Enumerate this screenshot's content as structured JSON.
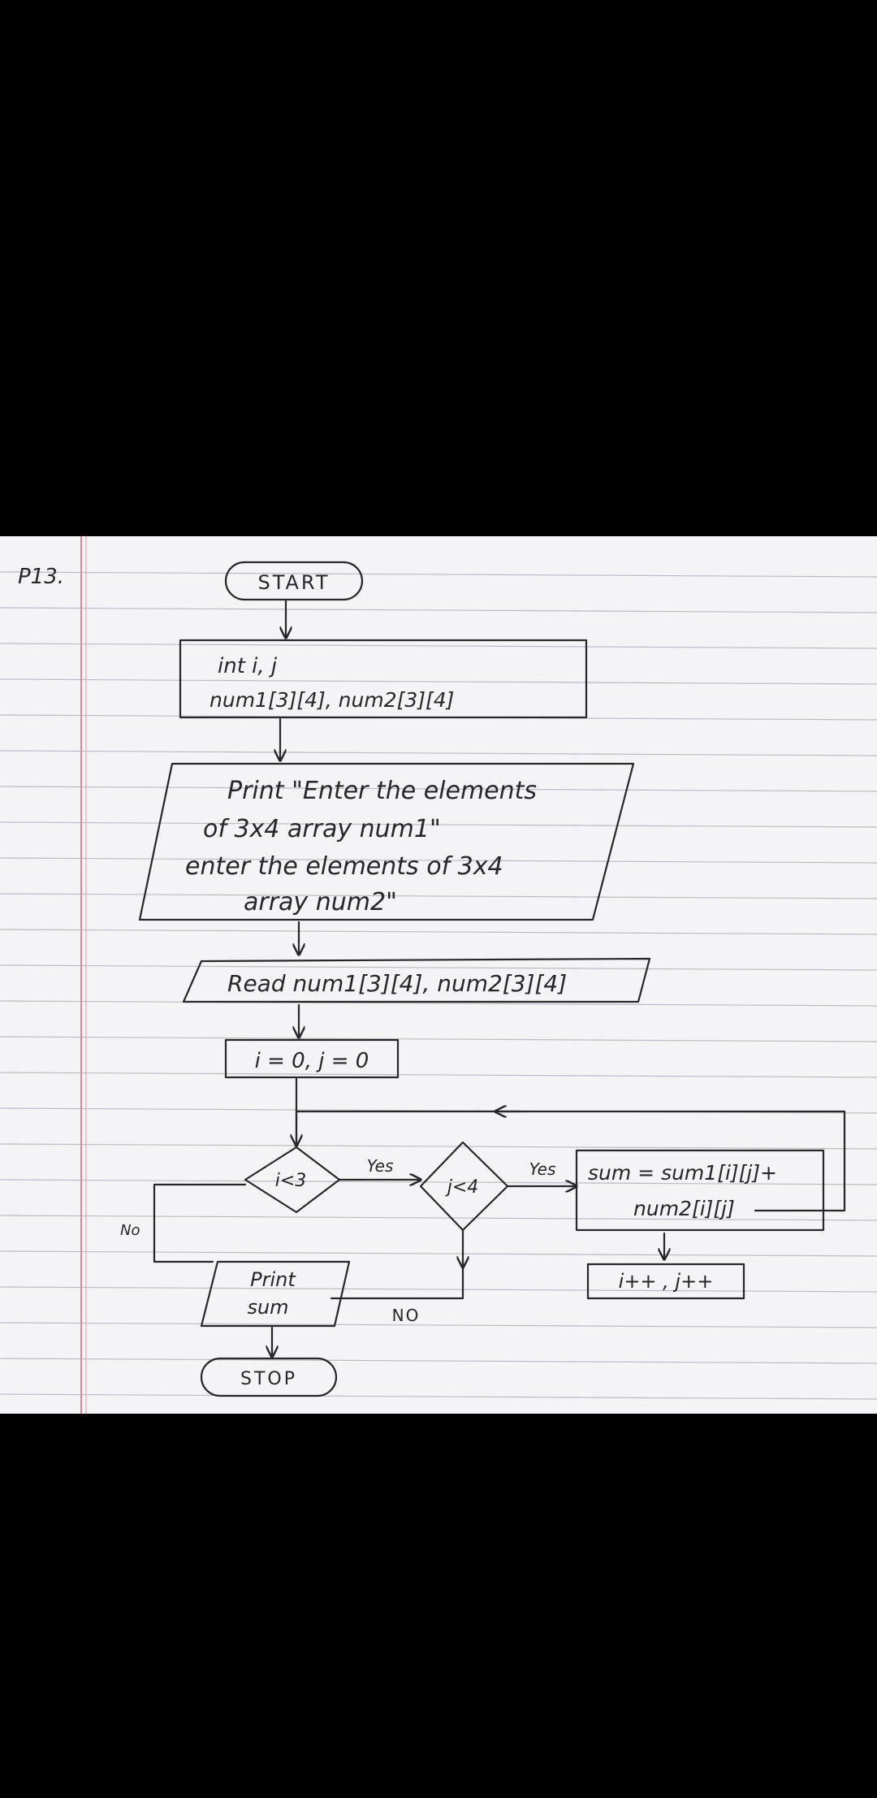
{
  "page": {
    "background": "#000000",
    "paper": "#f4f4f6",
    "ink": "#26262b",
    "margin_line": "#d98a96",
    "rule": "#b9bcc6"
  },
  "diagram": {
    "page_label": "P13.",
    "start": "START",
    "declare_line1": "int i, j",
    "declare_line2": "num1[3][4], num2[3][4]",
    "print_line1": "Print \"Enter the elements",
    "print_line2": "of 3x4 array num1\"",
    "print_line3": "enter the elements of 3x4",
    "print_line4": "array num2\"",
    "read": "Read num1[3][4], num2[3][4]",
    "init": "i = 0, j = 0",
    "cond_i": "i<3",
    "cond_j": "j<4",
    "yes_1": "Yes",
    "yes_2": "Yes",
    "no_left": "No",
    "no_bottom": "NO",
    "sum_line1": "sum = sum1[i][j]+",
    "sum_line2": "num2[i][j]",
    "increment": "i++ , j++",
    "print_sum_line1": "Print",
    "print_sum_line2": "sum",
    "stop": "STOP"
  }
}
